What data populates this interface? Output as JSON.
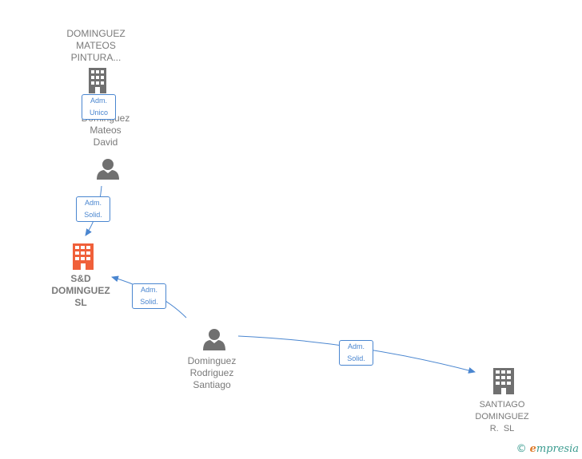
{
  "nodes": {
    "pintura": {
      "lines": [
        "DOMINGUEZ",
        "MATEOS",
        "PINTURA..."
      ],
      "type": "company"
    },
    "david": {
      "lines": [
        "Dominguez",
        "Mateos",
        "David"
      ],
      "type": "person"
    },
    "sd": {
      "lines": [
        "S&D",
        "DOMINGUEZ",
        "SL"
      ],
      "type": "company-main"
    },
    "santiago_person": {
      "lines": [
        "Dominguez",
        "Rodriguez",
        "Santiago"
      ],
      "type": "person"
    },
    "santiago_sl": {
      "lines": [
        "SANTIAGO",
        "DOMINGUEZ",
        "R.  SL"
      ],
      "type": "company"
    }
  },
  "edges": {
    "e1": {
      "lines": [
        "Adm.",
        "Unico"
      ]
    },
    "e2": {
      "lines": [
        "Adm.",
        "Solid."
      ]
    },
    "e3": {
      "lines": [
        "Adm.",
        "Solid."
      ]
    },
    "e4": {
      "lines": [
        "Adm.",
        "Solid."
      ]
    }
  },
  "colors": {
    "company_icon": "#707070",
    "main_icon": "#f0603a",
    "person_icon": "#707070",
    "edge": "#4a86d0"
  },
  "brand": {
    "copyright": "©",
    "initial": "e",
    "rest": "mpresia"
  }
}
